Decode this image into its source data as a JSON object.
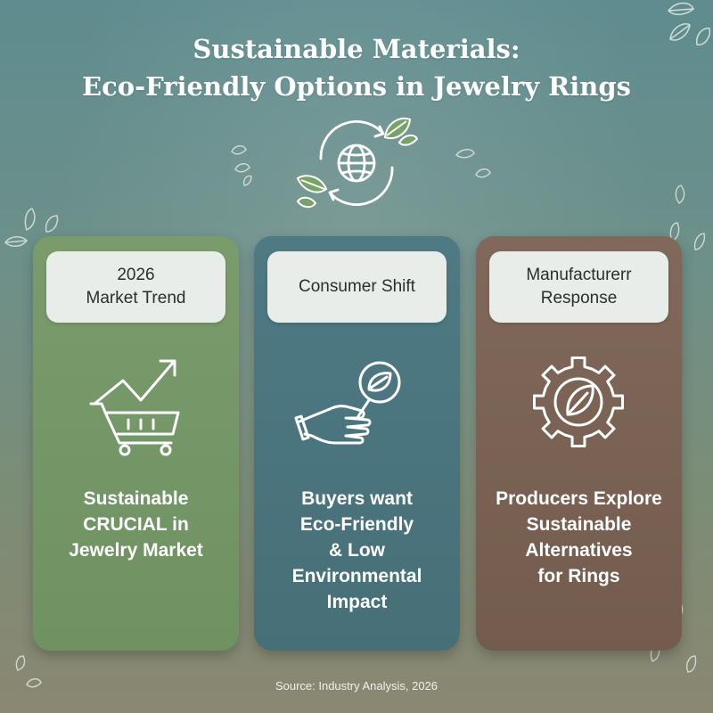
{
  "title": {
    "line1": "Sustainable Materials:",
    "line2": "Eco-Friendly Options in Jewelry Rings"
  },
  "hero_icon": "globe-recycle-leaves-icon",
  "cards": [
    {
      "label_lines": [
        "2026",
        "Market Trend"
      ],
      "icon": "shopping-cart-growth-icon",
      "text_lines": [
        "Sustainable",
        "CRUCIAL in",
        "Jewelry Market"
      ],
      "color": "#729563"
    },
    {
      "label_lines": [
        "Consumer Shift"
      ],
      "icon": "hand-magnifier-leaf-icon",
      "text_lines": [
        "Buyers want",
        "Eco-Friendly",
        "& Low",
        "Environmental",
        "Impact"
      ],
      "color": "#4b747d"
    },
    {
      "label_lines": [
        "Manufacturerr",
        "Response"
      ],
      "icon": "gear-leaf-icon",
      "text_lines": [
        "Producers Explore",
        "Sustainable",
        "Alternatives",
        "for Rings"
      ],
      "color": "#7a6253"
    }
  ],
  "source": "Source: Industry Analysis, 2026",
  "colors": {
    "background_top": "#5f8c8f",
    "background_bottom": "#8a8772",
    "label_bg": "#e9edea",
    "text": "#ffffff"
  }
}
